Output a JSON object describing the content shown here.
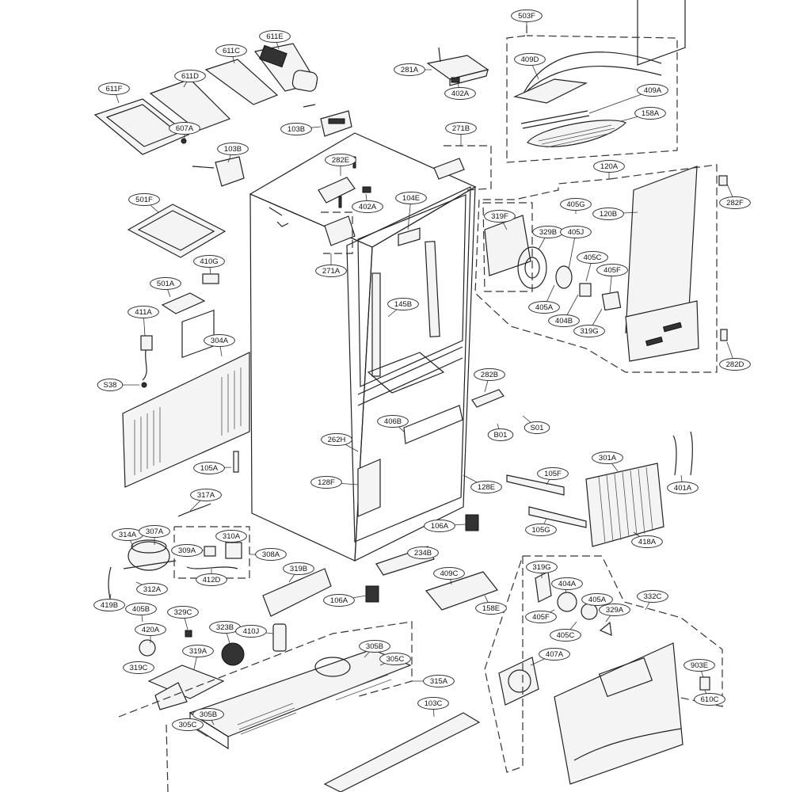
{
  "callouts": [
    {
      "id": "611E",
      "label": "611E"
    },
    {
      "id": "611C",
      "label": "611C"
    },
    {
      "id": "611D",
      "label": "611D"
    },
    {
      "id": "611F",
      "label": "611F"
    },
    {
      "id": "607A",
      "label": "607A"
    },
    {
      "id": "103B_1",
      "label": "103B"
    },
    {
      "id": "103B_2",
      "label": "103B"
    },
    {
      "id": "281A",
      "label": "281A"
    },
    {
      "id": "402A_1",
      "label": "402A"
    },
    {
      "id": "503F",
      "label": "503F"
    },
    {
      "id": "409D",
      "label": "409D"
    },
    {
      "id": "409A",
      "label": "409A"
    },
    {
      "id": "158A",
      "label": "158A"
    },
    {
      "id": "271B",
      "label": "271B"
    },
    {
      "id": "282E",
      "label": "282E"
    },
    {
      "id": "402A_2",
      "label": "402A"
    },
    {
      "id": "104E",
      "label": "104E"
    },
    {
      "id": "120A",
      "label": "120A"
    },
    {
      "id": "282F",
      "label": "282F"
    },
    {
      "id": "405G",
      "label": "405G"
    },
    {
      "id": "120B",
      "label": "120B"
    },
    {
      "id": "319F",
      "label": "319F"
    },
    {
      "id": "329B",
      "label": "329B"
    },
    {
      "id": "405J",
      "label": "405J"
    },
    {
      "id": "405C_1",
      "label": "405C"
    },
    {
      "id": "405F_1",
      "label": "405F"
    },
    {
      "id": "405A_1",
      "label": "405A"
    },
    {
      "id": "404B",
      "label": "404B"
    },
    {
      "id": "319G_1",
      "label": "319G"
    },
    {
      "id": "282D",
      "label": "282D"
    },
    {
      "id": "501F",
      "label": "501F"
    },
    {
      "id": "410G",
      "label": "410G"
    },
    {
      "id": "501A",
      "label": "501A"
    },
    {
      "id": "271A",
      "label": "271A"
    },
    {
      "id": "145B",
      "label": "145B"
    },
    {
      "id": "411A",
      "label": "411A"
    },
    {
      "id": "304A",
      "label": "304A"
    },
    {
      "id": "S38",
      "label": "S38"
    },
    {
      "id": "282B",
      "label": "282B"
    },
    {
      "id": "S01",
      "label": "S01"
    },
    {
      "id": "B01",
      "label": "B01"
    },
    {
      "id": "406B",
      "label": "406B"
    },
    {
      "id": "262H",
      "label": "262H"
    },
    {
      "id": "105A",
      "label": "105A"
    },
    {
      "id": "128F",
      "label": "128F"
    },
    {
      "id": "128E",
      "label": "128E"
    },
    {
      "id": "301A",
      "label": "301A"
    },
    {
      "id": "401A",
      "label": "401A"
    },
    {
      "id": "105F",
      "label": "105F"
    },
    {
      "id": "105G",
      "label": "105G"
    },
    {
      "id": "418A",
      "label": "418A"
    },
    {
      "id": "317A",
      "label": "317A"
    },
    {
      "id": "314A",
      "label": "314A"
    },
    {
      "id": "307A",
      "label": "307A"
    },
    {
      "id": "310A",
      "label": "310A"
    },
    {
      "id": "309A",
      "label": "309A"
    },
    {
      "id": "308A",
      "label": "308A"
    },
    {
      "id": "412D",
      "label": "412D"
    },
    {
      "id": "312A",
      "label": "312A"
    },
    {
      "id": "106A_1",
      "label": "106A"
    },
    {
      "id": "234B",
      "label": "234B"
    },
    {
      "id": "319B",
      "label": "319B"
    },
    {
      "id": "409C",
      "label": "409C"
    },
    {
      "id": "106A_2",
      "label": "106A"
    },
    {
      "id": "158E",
      "label": "158E"
    },
    {
      "id": "419B",
      "label": "419B"
    },
    {
      "id": "405B",
      "label": "405B"
    },
    {
      "id": "329C",
      "label": "329C"
    },
    {
      "id": "420A",
      "label": "420A"
    },
    {
      "id": "323B",
      "label": "323B"
    },
    {
      "id": "410J",
      "label": "410J"
    },
    {
      "id": "319C",
      "label": "319C"
    },
    {
      "id": "319A",
      "label": "319A"
    },
    {
      "id": "305B_1",
      "label": "305B"
    },
    {
      "id": "305C_1",
      "label": "305C"
    },
    {
      "id": "315A",
      "label": "315A"
    },
    {
      "id": "103C",
      "label": "103C"
    },
    {
      "id": "305C_2",
      "label": "305C"
    },
    {
      "id": "305B_2",
      "label": "305B"
    },
    {
      "id": "319G_2",
      "label": "319G"
    },
    {
      "id": "404A",
      "label": "404A"
    },
    {
      "id": "332C",
      "label": "332C"
    },
    {
      "id": "405A_2",
      "label": "405A"
    },
    {
      "id": "329A",
      "label": "329A"
    },
    {
      "id": "405F_2",
      "label": "405F"
    },
    {
      "id": "405C_2",
      "label": "405C"
    },
    {
      "id": "407A",
      "label": "407A"
    },
    {
      "id": "903E",
      "label": "903E"
    },
    {
      "id": "610C",
      "label": "610C"
    }
  ]
}
